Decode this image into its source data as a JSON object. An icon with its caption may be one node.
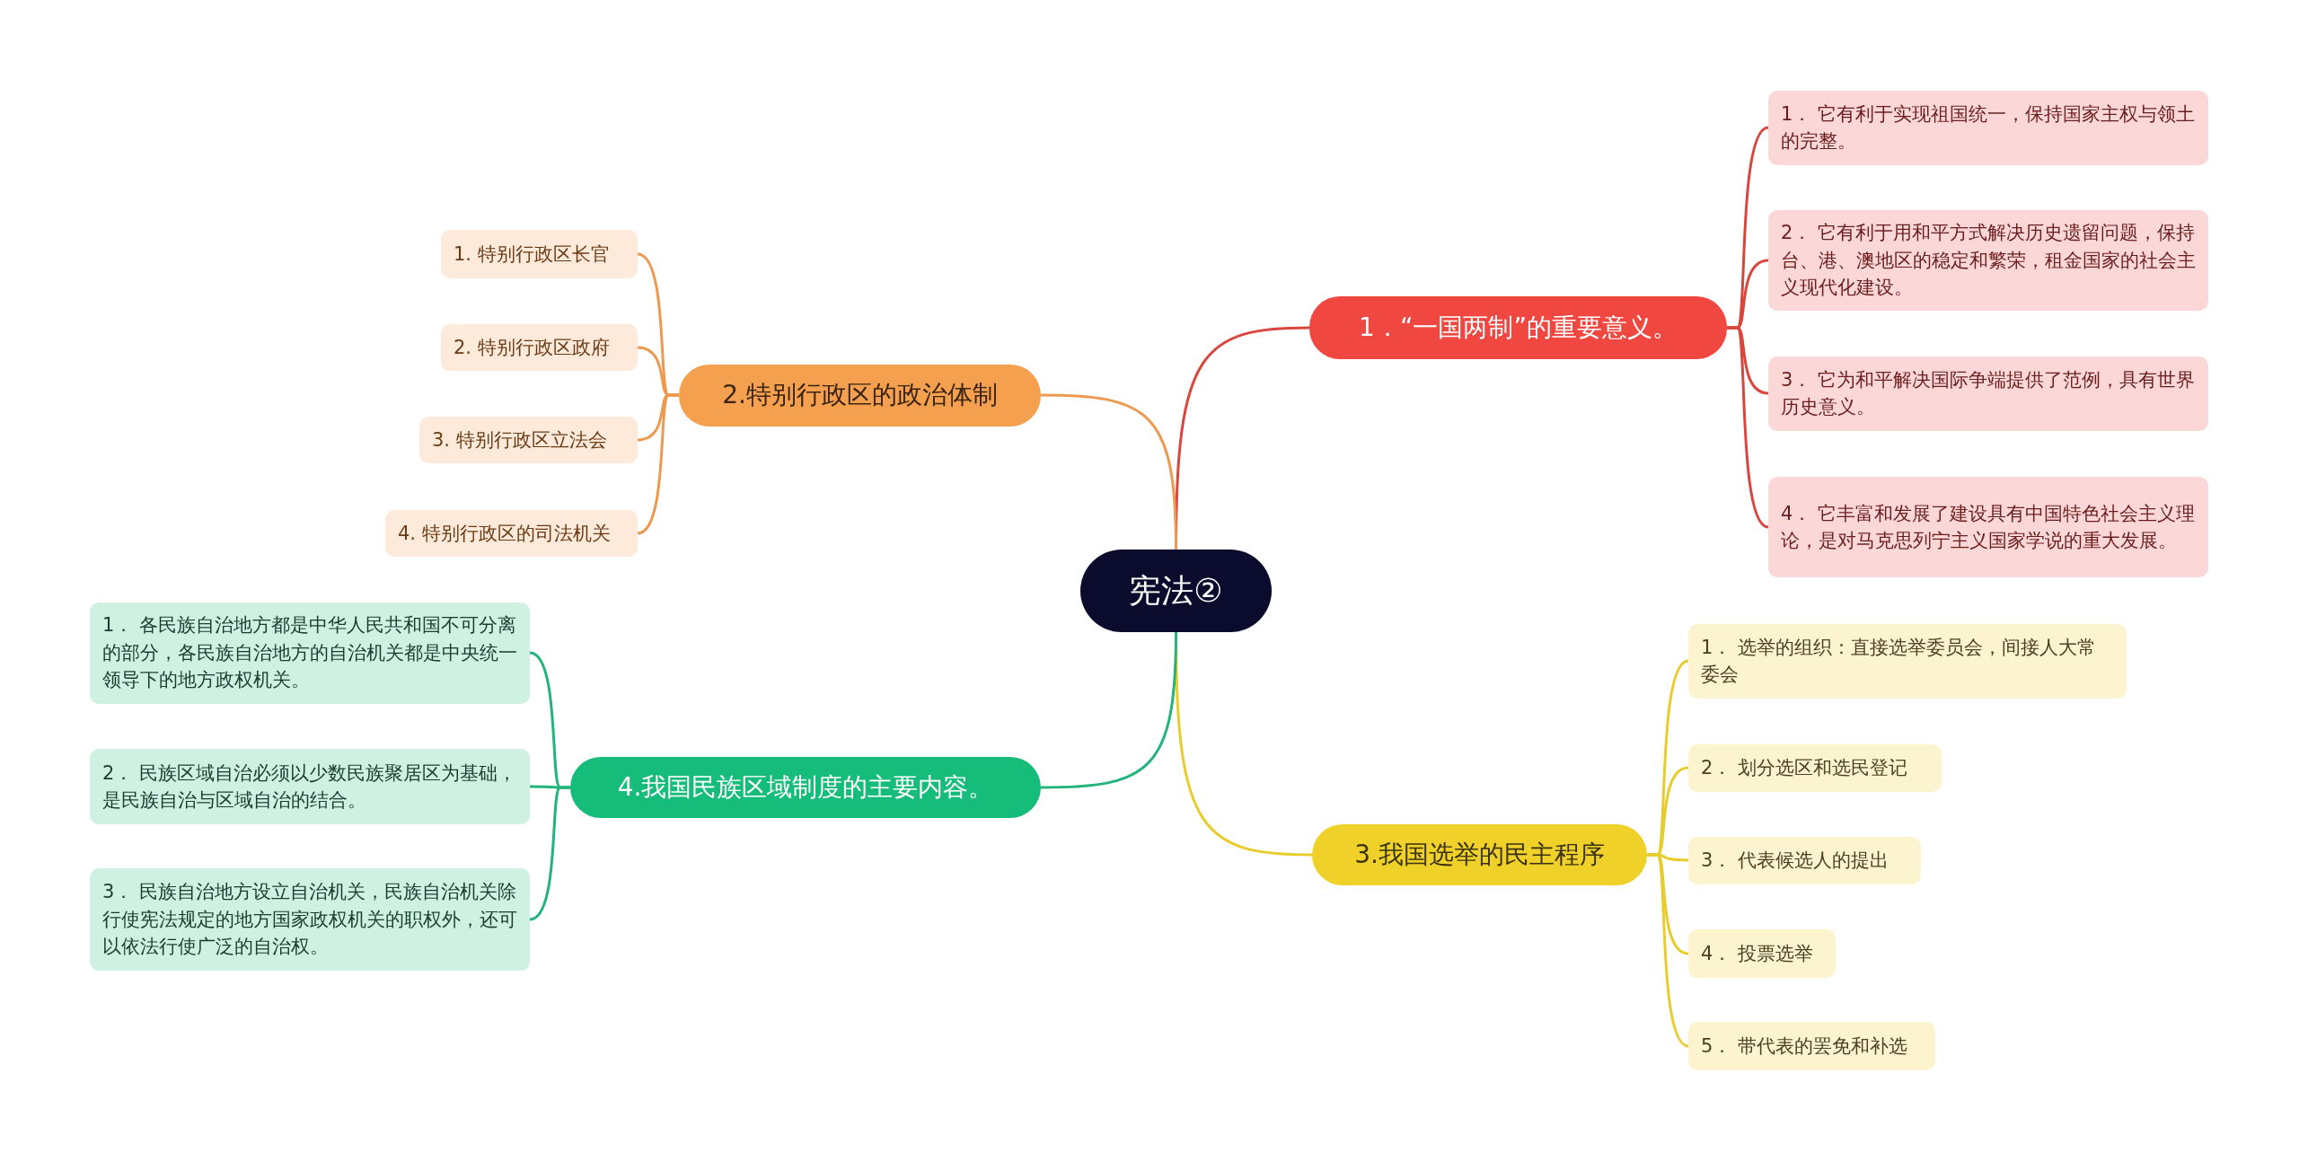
{
  "diagram": {
    "nodes": [
      {
        "text": [
          "宪法②"
        ]
      },
      {
        "text": [
          "1．“一国两制”的重要意义。"
        ]
      },
      {
        "text": [
          "1． 它有利于实现祖国统一，保持国家主权与领土的完整。"
        ]
      },
      {
        "text": [
          "2． 它有利于用和平方式解决历史遗留问题，保持台、港、澳地区的稳定和繁荣，租金国家的社会主义现代化建设。"
        ]
      },
      {
        "text": [
          "3． 它为和平解决国际争端提供了范例，具有世界历史意义。"
        ]
      },
      {
        "text": [
          "4． 它丰富和发展了建设具有中国特色社会主义理论，是对马克思列宁主义国家学说的重大发展。"
        ]
      },
      {
        "text": [
          "2.特别行政区的政治体制"
        ]
      },
      {
        "text": [
          "1. 特别行政区长官"
        ]
      },
      {
        "text": [
          "2. 特别行政区政府"
        ]
      },
      {
        "text": [
          "3. 特别行政区立法会"
        ]
      },
      {
        "text": [
          "4. 特别行政区的司法机关"
        ]
      },
      {
        "text": [
          "3.我国选举的民主程序"
        ]
      },
      {
        "text": [
          "1． 选举的组织：直接选举委员会，间接人大常委会"
        ]
      },
      {
        "text": [
          "2． 划分选区和选民登记"
        ]
      },
      {
        "text": [
          "3． 代表候选人的提出"
        ]
      },
      {
        "text": [
          "4． 投票选举"
        ]
      },
      {
        "text": [
          "5． 带代表的罢免和补选"
        ]
      },
      {
        "text": [
          "4.我国民族区域制度的主要内容。"
        ]
      },
      {
        "text": [
          "1． 各民族自治地方都是中华人民共和国不可分离的部分，各民族自治地方的自治机关都是中央统一领导下的地方政权机关。"
        ]
      },
      {
        "text": [
          "2． 民族区域自治必须以少数民族聚居区为基础，是民族自治与区域自治的结合。"
        ]
      },
      {
        "text": [
          "3． 民族自治地方设立自治机关，民族自治机关除行使宪法规定的地方国家政权机关的职权外，还可以依法行使广泛的自治权。"
        ]
      }
    ],
    "edges": [
      {
        "from": 0,
        "to": 1,
        "arrow": "none",
        "color": "#d9463e"
      },
      {
        "from": 1,
        "to": 2,
        "arrow": "none",
        "color": "#d9463e"
      },
      {
        "from": 1,
        "to": 3,
        "arrow": "none",
        "color": "#d9463e"
      },
      {
        "from": 1,
        "to": 4,
        "arrow": "none",
        "color": "#d9463e"
      },
      {
        "from": 1,
        "to": 5,
        "arrow": "none",
        "color": "#d9463e"
      },
      {
        "from": 0,
        "to": 6,
        "arrow": "none",
        "color": "#eb9a50"
      },
      {
        "from": 6,
        "to": 7,
        "arrow": "none",
        "color": "#eb9a50"
      },
      {
        "from": 6,
        "to": 8,
        "arrow": "none",
        "color": "#eb9a50"
      },
      {
        "from": 6,
        "to": 9,
        "arrow": "none",
        "color": "#eb9a50"
      },
      {
        "from": 6,
        "to": 10,
        "arrow": "none",
        "color": "#eb9a50"
      },
      {
        "from": 0,
        "to": 11,
        "arrow": "none",
        "color": "#e8cc2c"
      },
      {
        "from": 11,
        "to": 12,
        "arrow": "none",
        "color": "#e8cc2c"
      },
      {
        "from": 11,
        "to": 13,
        "arrow": "none",
        "color": "#e8cc2c"
      },
      {
        "from": 11,
        "to": 14,
        "arrow": "none",
        "color": "#e8cc2c"
      },
      {
        "from": 11,
        "to": 15,
        "arrow": "none",
        "color": "#e8cc2c"
      },
      {
        "from": 11,
        "to": 16,
        "arrow": "none",
        "color": "#e8cc2c"
      },
      {
        "from": 0,
        "to": 17,
        "arrow": "none",
        "color": "#22b47a"
      },
      {
        "from": 17,
        "to": 18,
        "arrow": "none",
        "color": "#22b47a"
      },
      {
        "from": 17,
        "to": 19,
        "arrow": "none",
        "color": "#22b47a"
      },
      {
        "from": 17,
        "to": 20,
        "arrow": "none",
        "color": "#22b47a"
      }
    ]
  }
}
